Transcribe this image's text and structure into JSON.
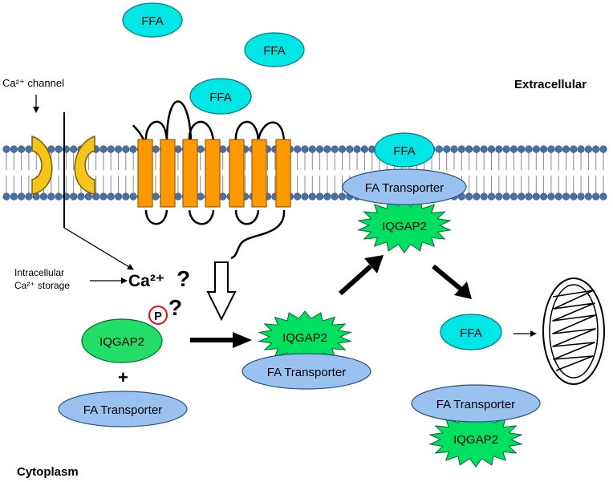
{
  "labels": {
    "extracellular": "Extracellular",
    "cytoplasm": "Cytoplasm",
    "ca_channel": "Ca²⁺ channel",
    "ca_storage_line1": "Intracellular",
    "ca_storage_line2": "Ca²⁺ storage",
    "ca_ion": "Ca²⁺",
    "question_ca": "?",
    "question_p": "?",
    "phospho": "P",
    "plus": "+"
  },
  "molecules": {
    "ffa_top1": "FFA",
    "ffa_top2": "FFA",
    "ffa_top3": "FFA",
    "ffa_membrane": "FFA",
    "ffa_cytoplasm": "FFA",
    "transporter_membrane": "FA Transporter",
    "transporter_center": "FA Transporter",
    "transporter_left": "FA Transporter",
    "transporter_right": "FA Transporter",
    "iqgap2_membrane": "IQGAP2",
    "iqgap2_center": "IQGAP2",
    "iqgap2_left": "IQGAP2",
    "iqgap2_right": "IQGAP2"
  },
  "colors": {
    "ffa": "#00e5e5",
    "transporter": "#99c2f0",
    "iqgap2_star": "#00e060",
    "iqgap2_oval": "#22dd66",
    "receptor": "#ff9900",
    "channel": "#f5c518",
    "lipid_head": "#4a6fa5",
    "phospho_ring": "#ff0000"
  },
  "icons": {
    "mitochondrion": "mitochondrion-icon",
    "gpcr": "seven-transmembrane-receptor-icon",
    "channel": "ion-channel-icon"
  }
}
